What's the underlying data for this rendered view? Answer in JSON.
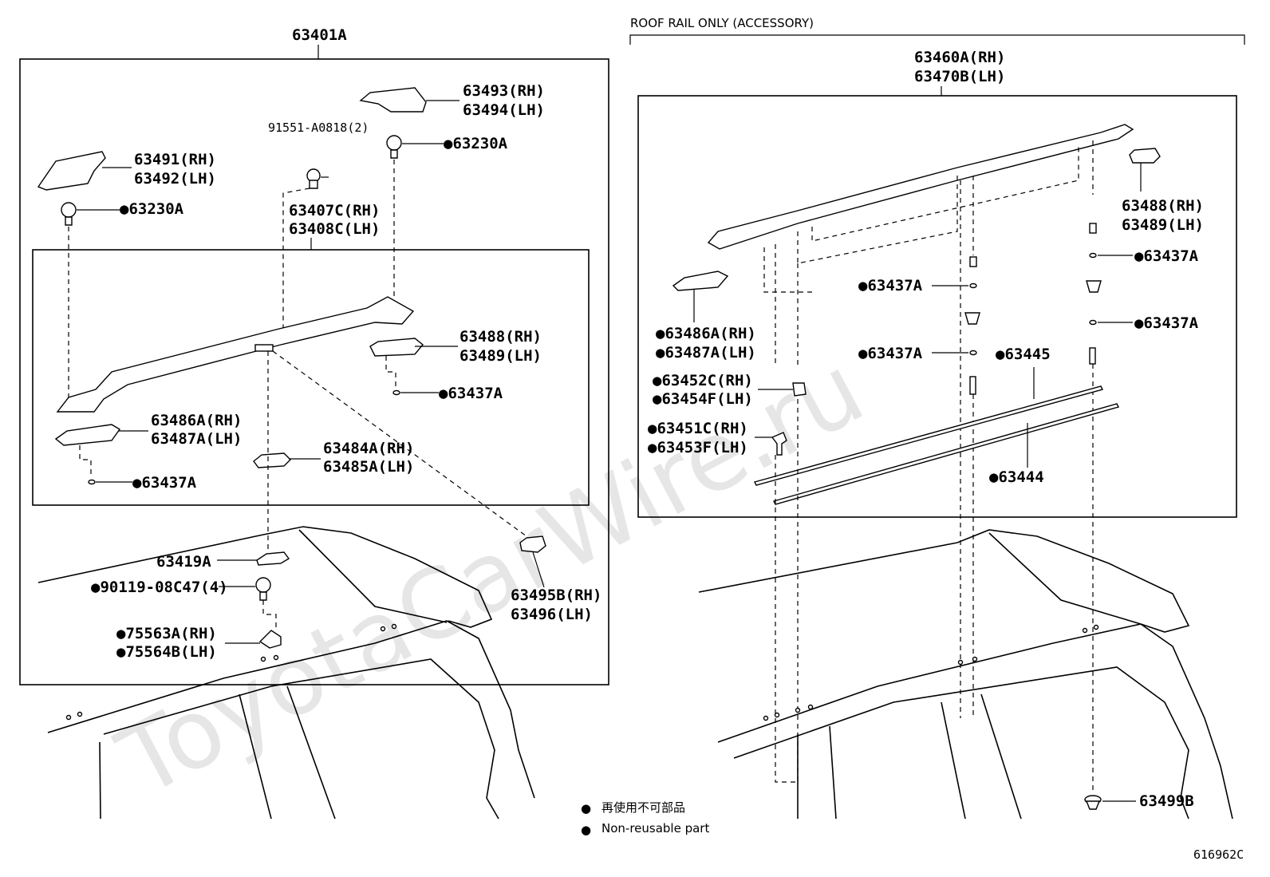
{
  "diagram": {
    "watermark": "ToyotaCarWire.ru",
    "figure_number": "616962C",
    "accessory_header": "ROOF RAIL ONLY (ACCESSORY)",
    "legend": {
      "mark": "●",
      "line1": "再使用不可部品",
      "line2": "Non-reusable part"
    },
    "left": {
      "assembly": "63401A",
      "inner_assembly": [
        "63407C(RH)",
        "63408C(LH)"
      ],
      "bolt_count_label": "91551-A0818(2)",
      "cover_front": [
        "63491(RH)",
        "63492(LH)"
      ],
      "cover_rear": [
        "63493(RH)",
        "63494(LH)"
      ],
      "clip_front": "●63230A",
      "clip_rear": "●63230A",
      "support_rear": [
        "63488(RH)",
        "63489(LH)"
      ],
      "seal_rear": "●63437A",
      "support_front": [
        "63486A(RH)",
        "63487A(LH)"
      ],
      "seal_front": "●63437A",
      "support_mid": [
        "63484A(RH)",
        "63485A(LH)"
      ],
      "pad": "63419A",
      "bolt": "●90119-08C47(4)",
      "nut": [
        "●75563A(RH)",
        "●75564B(LH)"
      ],
      "end_cap": [
        "63495B(RH)",
        "63496(LH)"
      ]
    },
    "right": {
      "assembly": [
        "63460A(RH)",
        "63470B(LH)"
      ],
      "end_piece": [
        "63488(RH)",
        "63489(LH)"
      ],
      "seal_a": "●63437A",
      "seal_b": "●63437A",
      "seal_c": "●63437A",
      "seal_d": "●63437A",
      "front_piece": [
        "●63486A(RH)",
        "●63487A(LH)"
      ],
      "clip_c": [
        "●63452C(RH)",
        "●63454F(LH)"
      ],
      "clip_d": [
        "●63451C(RH)",
        "●63453F(LH)"
      ],
      "tape_upper": "●63445",
      "tape_lower": "●63444",
      "plug": "63499B"
    }
  }
}
